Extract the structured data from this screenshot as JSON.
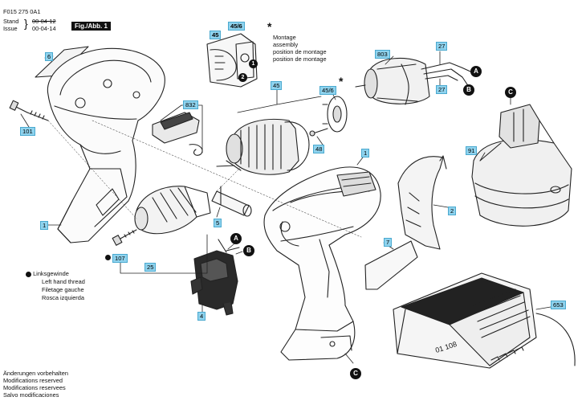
{
  "header": {
    "doc_code": "F015 275 0A1",
    "stand_label": "Stand",
    "stand_value": "00-04-12",
    "issue_label": "Issue",
    "issue_value": "00-04-14",
    "figure_tag": "Fig./Abb. 1"
  },
  "montage_note": {
    "star": "*",
    "lines": [
      "Montage",
      "assembly",
      "position de montage",
      "position de montage"
    ]
  },
  "left_hand_thread": {
    "lines": [
      "Linksgewinde",
      "Left hand thread",
      "Filetage gauche",
      "Rosca izquierda"
    ]
  },
  "footer": {
    "lines": [
      "Änderungen vorbehalten",
      "Modifications reserved",
      "Modifications reservees",
      "Salvo modificaciones"
    ]
  },
  "callouts": {
    "c6": "6",
    "c101": "101",
    "c1_left": "1",
    "c45_top": "45",
    "c45_6_top": "45/6",
    "c832": "832",
    "c45": "45",
    "c45_6": "45/6",
    "c48": "48",
    "c803": "803",
    "c27_top": "27",
    "c27_bottom": "27",
    "c1_right": "1",
    "c91": "91",
    "c2": "2",
    "c5": "5",
    "c7": "7",
    "c107": "107",
    "c25": "25",
    "c4": "4",
    "c653": "653"
  },
  "markers": {
    "a1": "A",
    "b1": "B",
    "c1": "C",
    "a2": "A",
    "b2": "B",
    "c2": "C",
    "n1": "1",
    "n2": "2"
  },
  "charger_label": "01 108",
  "star2": "*"
}
